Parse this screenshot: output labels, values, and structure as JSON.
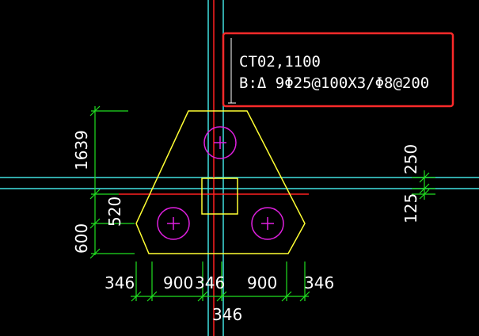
{
  "annotation": {
    "line1": "CT02,1100",
    "line2": "B:Δ 9Φ25@100X3/Φ8@200"
  },
  "dimensions": {
    "left_vertical": [
      "1639",
      "520",
      "600"
    ],
    "right_vertical": [
      "250",
      "125"
    ],
    "bottom_row": [
      "346",
      "900",
      "346",
      "900",
      "346"
    ],
    "bottom_center": "346"
  },
  "colors": {
    "background": "#000000",
    "cap_outline": "#ffff33",
    "pile_circle": "#e020e0",
    "axis_red": "#ff2020",
    "grid_cyan": "#40e0e0",
    "dim_green": "#20e020",
    "callout_box": "#ff2a2a",
    "text": "#ffffff"
  }
}
